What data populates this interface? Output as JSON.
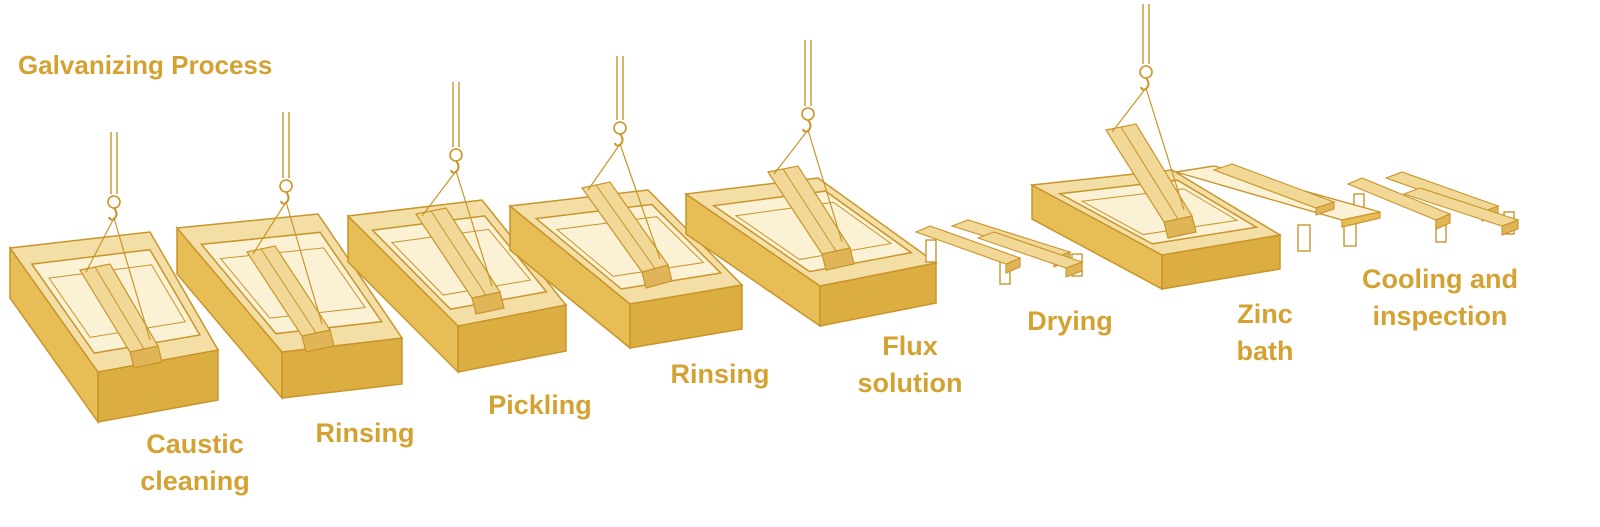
{
  "title": "Galvanizing Process",
  "colors": {
    "text": "#d4a232",
    "tank_top": "#f3dfa5",
    "tank_side": "#e7bd55",
    "tank_front": "#dcae42",
    "liquid": "#fbf1d4",
    "beam": "#f1d896",
    "beam_dark": "#dfb558",
    "outline": "#c9952a",
    "background": "#ffffff"
  },
  "steps": [
    {
      "id": "caustic-cleaning",
      "lines": [
        "Caustic",
        "cleaning"
      ]
    },
    {
      "id": "rinsing-1",
      "lines": [
        "Rinsing"
      ]
    },
    {
      "id": "pickling",
      "lines": [
        "Pickling"
      ]
    },
    {
      "id": "rinsing-2",
      "lines": [
        "Rinsing"
      ]
    },
    {
      "id": "flux-solution",
      "lines": [
        "Flux",
        "solution"
      ]
    },
    {
      "id": "drying",
      "lines": [
        "Drying"
      ]
    },
    {
      "id": "zinc-bath",
      "lines": [
        "Zinc",
        "bath"
      ]
    },
    {
      "id": "cooling-and-inspection",
      "lines": [
        "Cooling and",
        "inspection"
      ]
    }
  ]
}
